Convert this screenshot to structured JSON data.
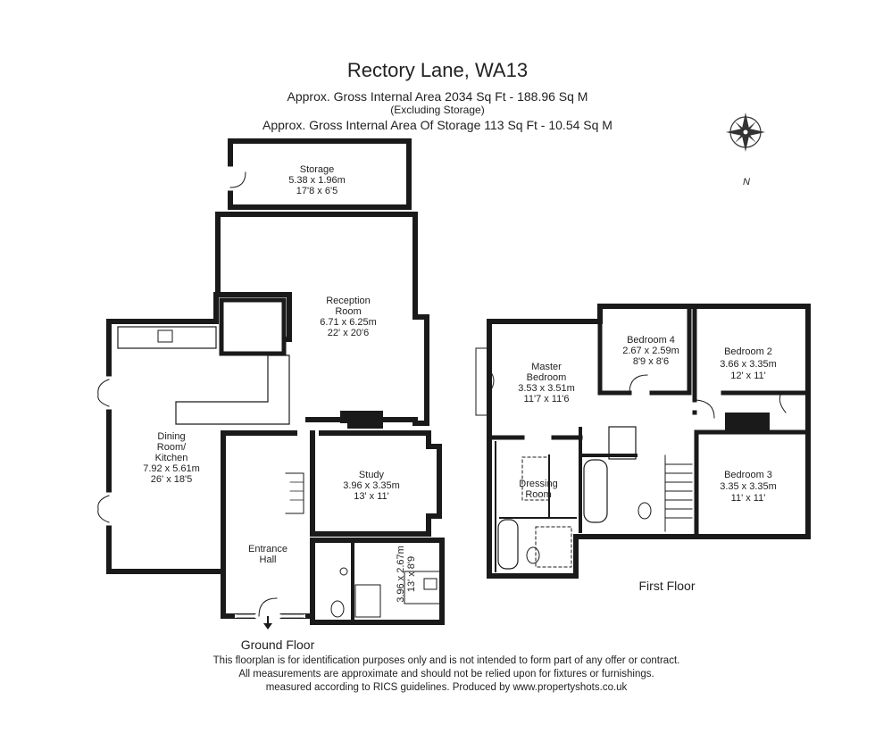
{
  "header": {
    "title": "Rectory Lane, WA13",
    "area_line": "Approx. Gross Internal Area  2034 Sq Ft  -  188.96 Sq M",
    "area_note": "(Excluding Storage)",
    "storage_line": "Approx. Gross Internal Area Of Storage  113 Sq Ft  -  10.54 Sq M"
  },
  "compass": {
    "label": "N",
    "icon": "compass-rose-icon"
  },
  "ground_floor": {
    "label": "Ground Floor",
    "rooms": {
      "storage": {
        "name": "Storage",
        "metric": "5.38 x 1.96m",
        "imperial": "17'8 x 6'5"
      },
      "reception": {
        "name1": "Reception",
        "name2": "Room",
        "metric": "6.71 x 6.25m",
        "imperial": "22' x 20'6"
      },
      "dining": {
        "name1": "Dining",
        "name2": "Room/",
        "name3": "Kitchen",
        "metric": "7.92 x 5.61m",
        "imperial": "26' x 18'5"
      },
      "study": {
        "name": "Study",
        "metric": "3.96 x 3.35m",
        "imperial": "13' x 11'"
      },
      "entrance": {
        "name1": "Entrance",
        "name2": "Hall"
      },
      "utility": {
        "metric": "3.96 x 2.67m",
        "imperial": "13' x 8'9"
      }
    }
  },
  "first_floor": {
    "label": "First Floor",
    "rooms": {
      "master": {
        "name1": "Master",
        "name2": "Bedroom",
        "metric": "3.53 x 3.51m",
        "imperial": "11'7 x 11'6"
      },
      "bedroom4": {
        "name": "Bedroom 4",
        "metric": "2.67 x 2.59m",
        "imperial": "8'9 x 8'6"
      },
      "bedroom2": {
        "name": "Bedroom 2",
        "metric": "3.66 x 3.35m",
        "imperial": "12' x 11'"
      },
      "bedroom3": {
        "name": "Bedroom 3",
        "metric": "3.35 x 3.35m",
        "imperial": "11' x 11'"
      },
      "dressing": {
        "name1": "Dressing",
        "name2": "Room"
      }
    }
  },
  "disclaimer": {
    "line1": "This floorplan is for identification purposes only and is not intended to form part of any offer or contract.",
    "line2": "All measurements are approximate and should not be relied upon for fixtures or furnishings.",
    "line3": "measured according to RICS guidelines. Produced by www.propertyshots.co.uk"
  }
}
